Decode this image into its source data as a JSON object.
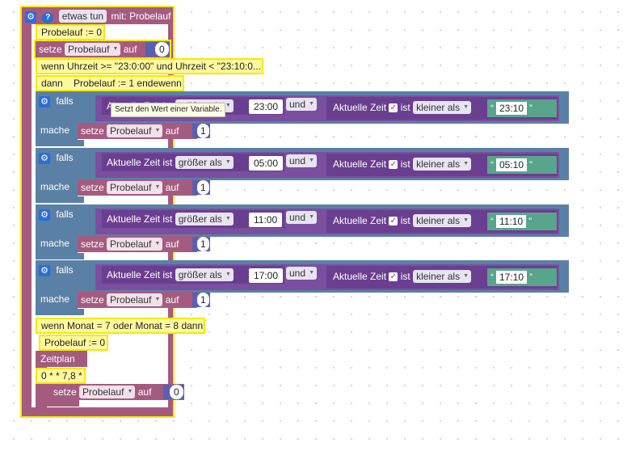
{
  "header": {
    "func_name": "etwas tun",
    "func_params": "mit: Probelauf"
  },
  "blocks": {
    "init": "Probelauf := 0",
    "set_label": "setze",
    "var_name": "Probelauf",
    "to_label": "auf",
    "set_value_0": "0",
    "cond_time": "wenn Uhrzeit >= \"23:0:00\" und Uhrzeit < \"23:10:0...",
    "then_line": "dann    Probelauf := 1 endewenn",
    "if_label": "falls",
    "do_label": "mache",
    "aktuelle_zeit": "Aktuelle Zeit",
    "ist_label": "ist",
    "and_label": "und",
    "greater": "größer als",
    "smaller": "kleiner als",
    "set_value_1": "1",
    "tooltip": "Setzt den Wert einer Variable.",
    "month_line": "wenn Monat = 7 oder Monat = 8 dann",
    "reset": "Probelauf := 0",
    "schedule_label": "Zeitplan",
    "cron": "0 * * 7,8 *"
  },
  "rows": [
    {
      "from": "23:00",
      "to": "23:10",
      "obscured_label": "Aktuelle Zeit ist größer als"
    },
    {
      "from": "05:00",
      "to": "05:10"
    },
    {
      "from": "11:00",
      "to": "11:10"
    },
    {
      "from": "17:00",
      "to": "17:10"
    }
  ],
  "icons": [
    "gear-icon",
    "help-icon",
    "checkbox-icon",
    "dropdown-arrow-icon",
    "open-quote-icon",
    "close-quote-icon"
  ]
}
